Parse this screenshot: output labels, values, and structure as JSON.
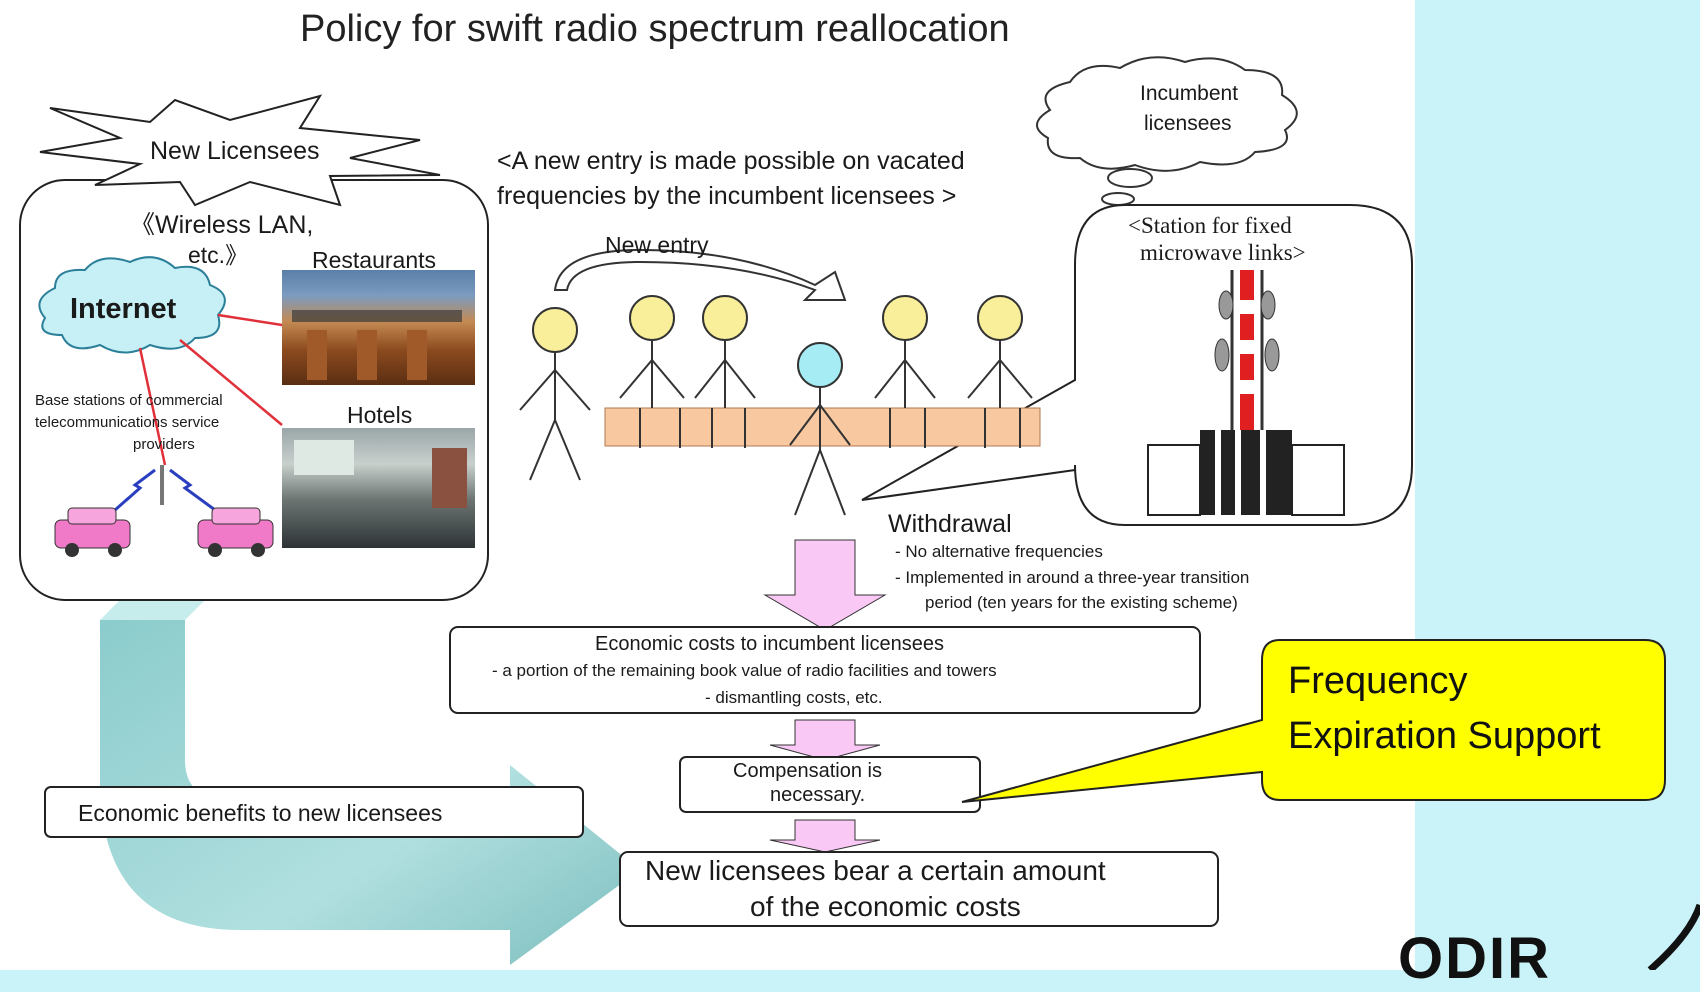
{
  "title": "Policy for swift radio spectrum reallocation",
  "new_licensees": {
    "burst_label": "New Licensees",
    "wireless_lan": "《Wireless LAN,",
    "etc": "etc.》",
    "internet": "Internet",
    "restaurants": "Restaurants",
    "hotels": "Hotels",
    "base_stations": [
      "Base stations of commercial",
      "telecommunications service",
      "providers"
    ]
  },
  "entry_note": [
    "<A new entry is made possible on vacated",
    "frequencies by the incumbent licensees >"
  ],
  "new_entry": "New entry",
  "incumbent_cloud": [
    "Incumbent",
    "licensees"
  ],
  "station_note": [
    "<Station for fixed",
    "microwave links>"
  ],
  "withdrawal": {
    "title": "Withdrawal",
    "items": [
      "- No alternative frequencies",
      "- Implemented in around a three-year transition",
      "period  (ten years for the existing scheme)"
    ]
  },
  "economic_costs": [
    "Economic costs to incumbent licensees",
    "- a portion of the remaining book value of radio facilities and towers",
    "- dismantling costs,  etc."
  ],
  "compensation": [
    "Compensation is",
    "necessary."
  ],
  "benefits": "Economic benefits to new licensees",
  "bear_costs": [
    "New licensees bear a certain amount",
    "of the economic costs"
  ],
  "callout": [
    "Frequency",
    "Expiration Support"
  ],
  "logo": "ODIR",
  "colors": {
    "background": "#c9f3f8",
    "callout": "#ffff00",
    "arrow_pink": "#f9c8f4",
    "bench": "#f8c9a0",
    "big_arrow": "#8fcfcf"
  }
}
